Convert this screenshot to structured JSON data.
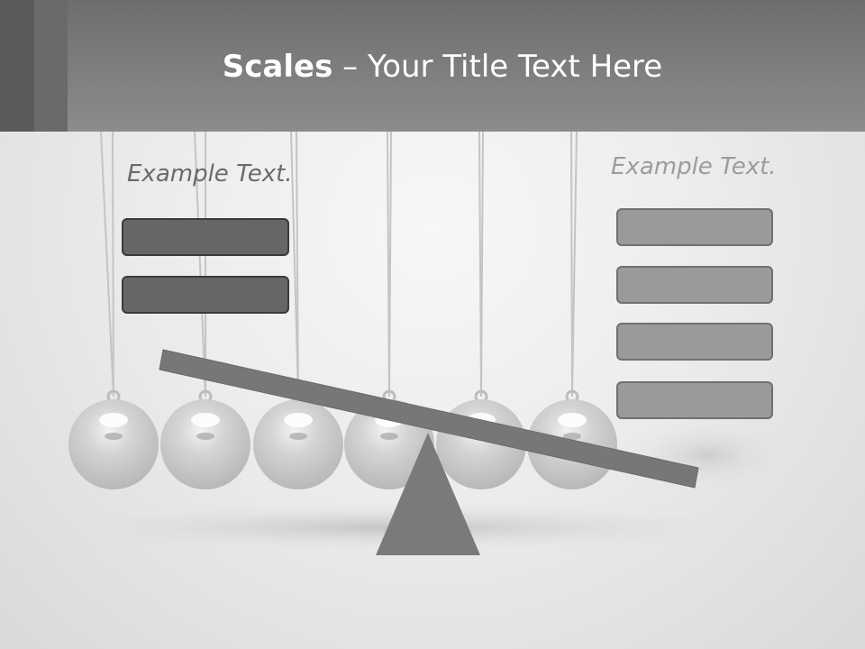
{
  "slide": {
    "title_bold": "Scales",
    "title_rest": " – Your Title Text Here",
    "left_label": "Example Text.",
    "right_label": "Example Text."
  },
  "colors": {
    "header": "#8c8c8c",
    "left_boxes": "#666666",
    "right_boxes": "#9a9a9a",
    "beam": "#777777",
    "fulcrum": "#7a7a7a"
  }
}
